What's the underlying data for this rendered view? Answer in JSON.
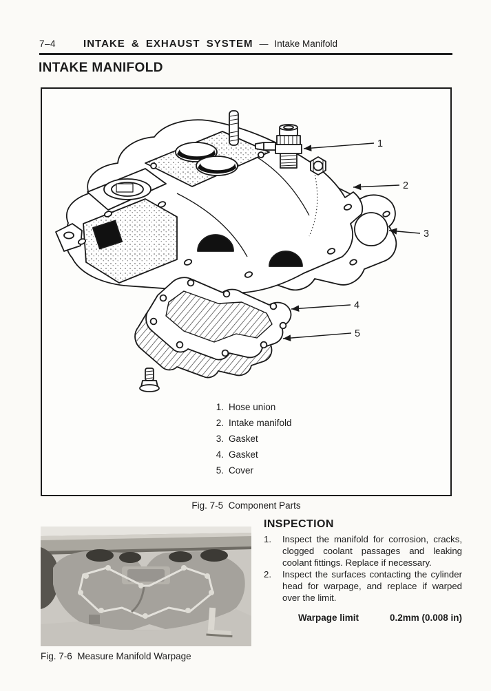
{
  "page": {
    "page_number": "7–4",
    "header_title": "INTAKE & EXHAUST SYSTEM",
    "header_dash": "—",
    "header_subtitle": "Intake Manifold",
    "section_title": "INTAKE MANIFOLD"
  },
  "figure75": {
    "caption": "Fig. 7-5  Component Parts",
    "callouts": [
      "1",
      "2",
      "3",
      "4",
      "5"
    ],
    "parts": [
      {
        "num": "1.",
        "label": "Hose union"
      },
      {
        "num": "2.",
        "label": "Intake manifold"
      },
      {
        "num": "3.",
        "label": "Gasket"
      },
      {
        "num": "4.",
        "label": "Gasket"
      },
      {
        "num": "5.",
        "label": "Cover"
      }
    ]
  },
  "figure76": {
    "caption": "Fig. 7-6  Measure Manifold Warpage"
  },
  "inspection": {
    "title": "INSPECTION",
    "items": [
      {
        "num": "1.",
        "text": "Inspect the manifold for corrosion, cracks, clogged coolant passages and leaking coolant fittings. Replace if necessary."
      },
      {
        "num": "2.",
        "text": "Inspect the surfaces contacting the cylinder head for warpage, and replace if warped over the limit."
      }
    ],
    "spec_label": "Warpage limit",
    "spec_value": "0.2mm (0.008 in)"
  },
  "colors": {
    "ink": "#1c1c1c",
    "paper": "#fbfaf7"
  }
}
